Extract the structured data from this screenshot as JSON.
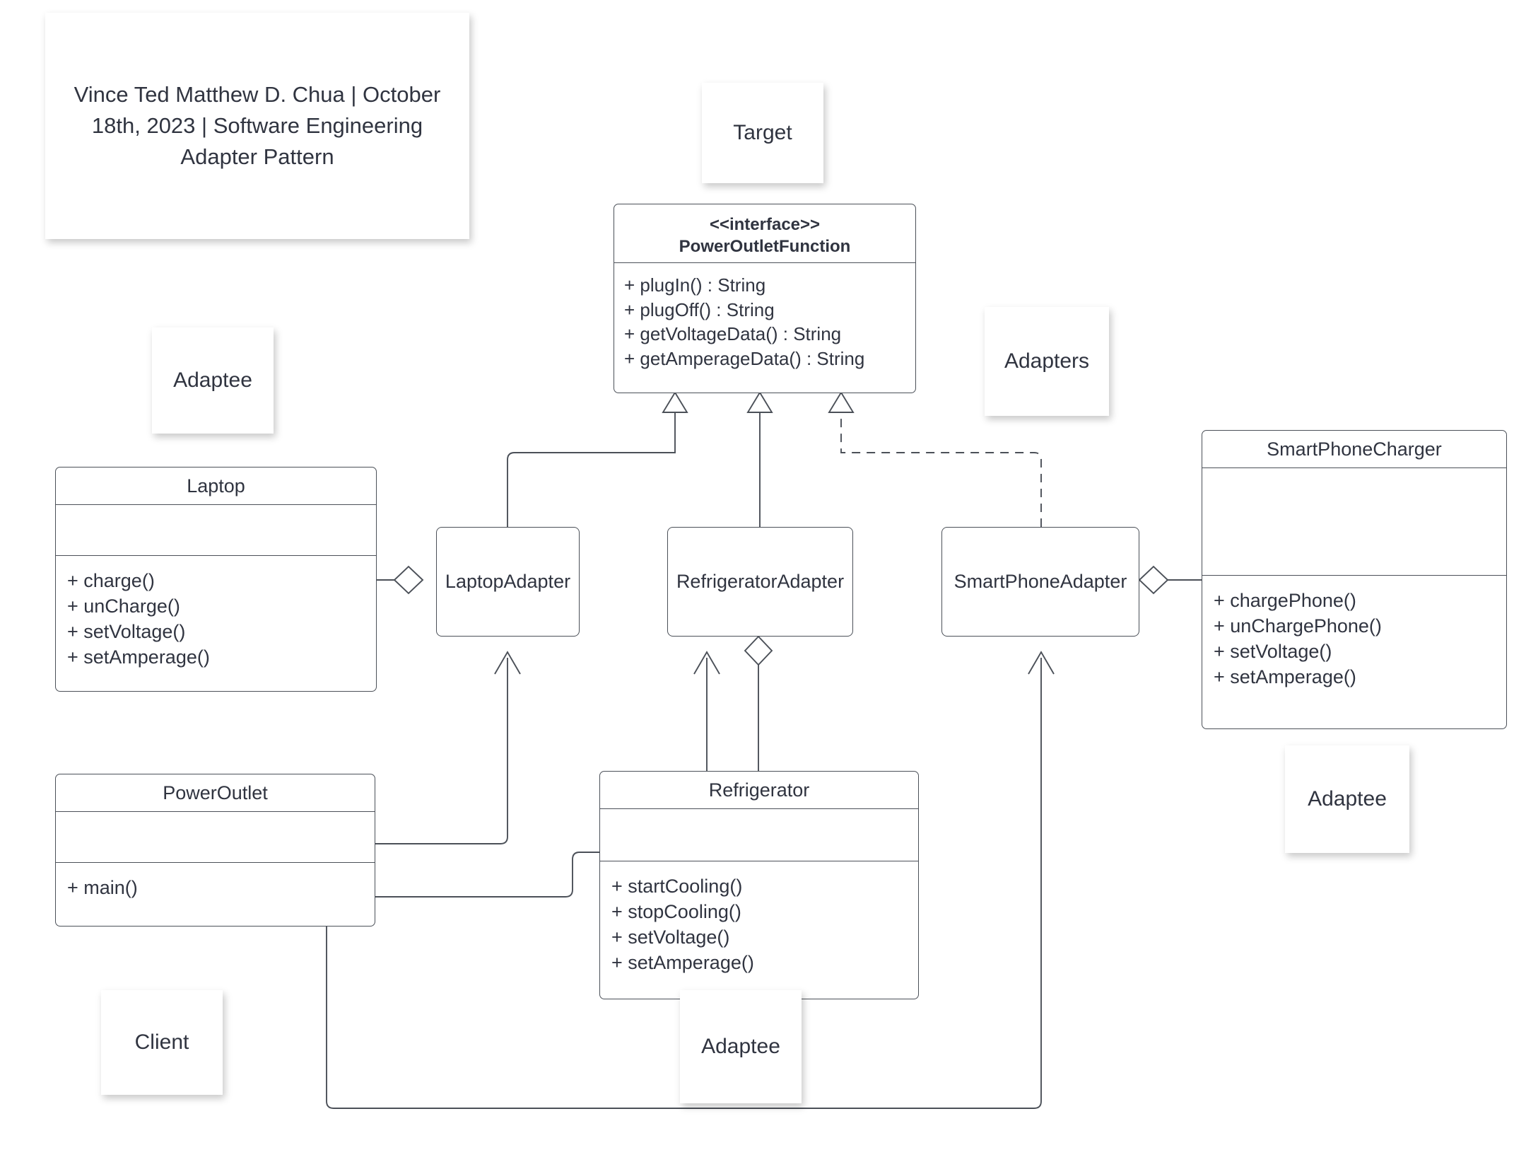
{
  "diagram": {
    "kind": "uml-class-diagram",
    "stroke_color": "#4b5058",
    "text_color": "#303440",
    "background": "#ffffff"
  },
  "title_card": {
    "text": "Vince Ted Matthew D. Chua | October 18th, 2023 | Software Engineering Adapter Pattern"
  },
  "notes": {
    "target": "Target",
    "adaptee_left": "Adaptee",
    "adapters": "Adapters",
    "adaptee_right": "Adaptee",
    "client": "Client",
    "adaptee_bottom": "Adaptee"
  },
  "classes": {
    "power_outlet_function": {
      "stereotype": "<<interface>>",
      "name": "PowerOutletFunction",
      "attributes": [],
      "operations": [
        "+ plugIn() : String",
        "+ plugOff() : String",
        "+ getVoltageData() : String",
        "+ getAmperageData() : String"
      ]
    },
    "laptop": {
      "name": "Laptop",
      "attributes": [],
      "operations": [
        "+ charge()",
        "+ unCharge()",
        "+ setVoltage()",
        "+ setAmperage()"
      ]
    },
    "power_outlet": {
      "name": "PowerOutlet",
      "attributes": [],
      "operations": [
        "+ main()"
      ]
    },
    "refrigerator": {
      "name": "Refrigerator",
      "attributes": [],
      "operations": [
        "+ startCooling()",
        "+ stopCooling()",
        "+ setVoltage()",
        "+ setAmperage()"
      ]
    },
    "smartphone_charger": {
      "name": "SmartPhoneCharger",
      "attributes": [],
      "operations": [
        "+ chargePhone()",
        "+ unChargePhone()",
        "+ setVoltage()",
        "+ setAmperage()"
      ]
    },
    "laptop_adapter": {
      "name": "LaptopAdapter"
    },
    "refrigerator_adapter": {
      "name": "RefrigeratorAdapter"
    },
    "smartphone_adapter": {
      "name": "SmartPhoneAdapter"
    }
  },
  "relationships": [
    {
      "from": "LaptopAdapter",
      "to": "PowerOutletFunction",
      "type": "generalization",
      "line": "solid",
      "head": "hollow-triangle"
    },
    {
      "from": "RefrigeratorAdapter",
      "to": "PowerOutletFunction",
      "type": "generalization",
      "line": "solid",
      "head": "hollow-triangle"
    },
    {
      "from": "SmartPhoneAdapter",
      "to": "PowerOutletFunction",
      "type": "realization",
      "line": "dashed",
      "head": "hollow-triangle"
    },
    {
      "from": "Laptop",
      "to": "LaptopAdapter",
      "type": "aggregation",
      "line": "solid",
      "head": "hollow-diamond"
    },
    {
      "from": "SmartPhoneCharger",
      "to": "SmartPhoneAdapter",
      "type": "aggregation",
      "line": "solid",
      "head": "hollow-diamond"
    },
    {
      "from": "Refrigerator",
      "to": "RefrigeratorAdapter",
      "type": "aggregation",
      "line": "solid",
      "head": "hollow-diamond"
    },
    {
      "from": "PowerOutlet",
      "to": "LaptopAdapter",
      "type": "association",
      "line": "solid",
      "head": "open-arrow"
    },
    {
      "from": "PowerOutlet",
      "to": "RefrigeratorAdapter",
      "type": "association",
      "line": "solid",
      "head": "open-arrow"
    },
    {
      "from": "PowerOutlet",
      "to": "SmartPhoneAdapter",
      "type": "association",
      "line": "solid",
      "head": "open-arrow"
    }
  ]
}
